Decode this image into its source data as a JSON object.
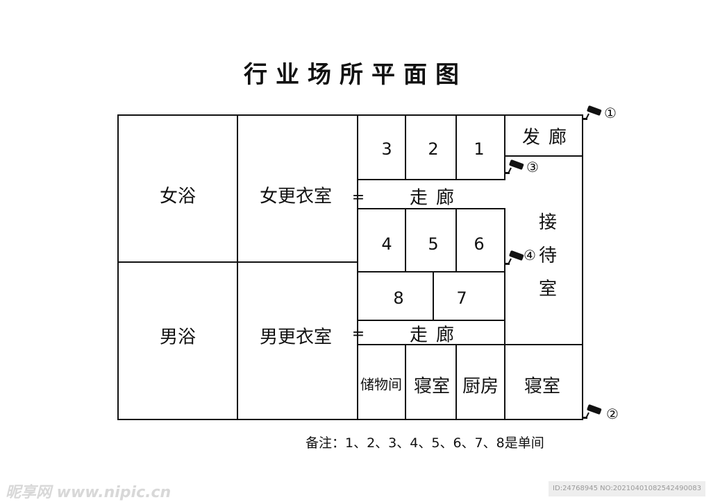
{
  "title": "行业场所平面图",
  "rooms": {
    "women_bath": "女浴",
    "women_locker": "女更衣室",
    "men_bath": "男浴",
    "men_locker": "男更衣室",
    "room_1": "1",
    "room_2": "2",
    "room_3": "3",
    "room_4": "4",
    "room_5": "5",
    "room_6": "6",
    "room_7": "7",
    "room_8": "8",
    "hair_salon": "发廊",
    "corridor_1": "走廊",
    "corridor_2": "走廊",
    "reception": "接待室",
    "storage": "储物间",
    "bedroom_1": "寝室",
    "kitchen": "厨房",
    "bedroom_2": "寝室"
  },
  "doors": [
    "=",
    "="
  ],
  "cameras": [
    "①",
    "②",
    "③",
    "④"
  ],
  "note": "备注：1、2、3、4、5、6、7、8是单间",
  "watermarks": {
    "left": "昵享网 www.nipic.cn",
    "right": "ID:24768945 NO:20210401082542490083"
  }
}
